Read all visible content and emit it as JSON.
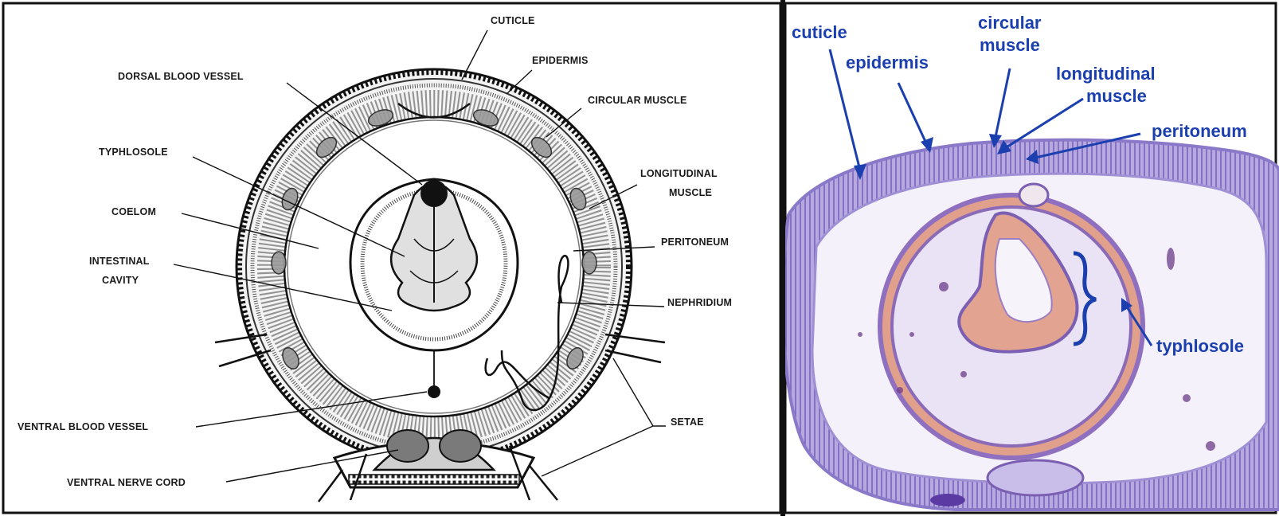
{
  "left_panel": {
    "labels": {
      "cuticle": "CUTICLE",
      "epidermis": "EPIDERMIS",
      "circular_muscle": "CIRCULAR MUSCLE",
      "longitudinal_muscle_line1": "LONGITUDINAL",
      "longitudinal_muscle_line2": "MUSCLE",
      "peritoneum": "PERITONEUM",
      "nephridium": "NEPHRIDIUM",
      "setae": "SETAE",
      "dorsal_blood_vessel": "DORSAL BLOOD VESSEL",
      "typhlosole": "TYPHLOSOLE",
      "coelom": "COELOM",
      "intestinal_cavity_line1": "INTESTINAL",
      "intestinal_cavity_line2": "CAVITY",
      "ventral_blood_vessel": "VENTRAL BLOOD VESSEL",
      "ventral_nerve_cord": "VENTRAL NERVE CORD"
    }
  },
  "right_panel": {
    "labels": {
      "cuticle": "cuticle",
      "epidermis": "epidermis",
      "circular_muscle_line1": "circular",
      "circular_muscle_line2": "muscle",
      "longitudinal_muscle_line1": "longitudinal",
      "longitudinal_muscle_line2": "muscle",
      "peritoneum": "peritoneum",
      "typhlosole": "typhlosole"
    },
    "colors": {
      "label": "#1b3fae",
      "stain_purple": "#a99bd8",
      "stain_pink": "#e1a08c"
    }
  }
}
